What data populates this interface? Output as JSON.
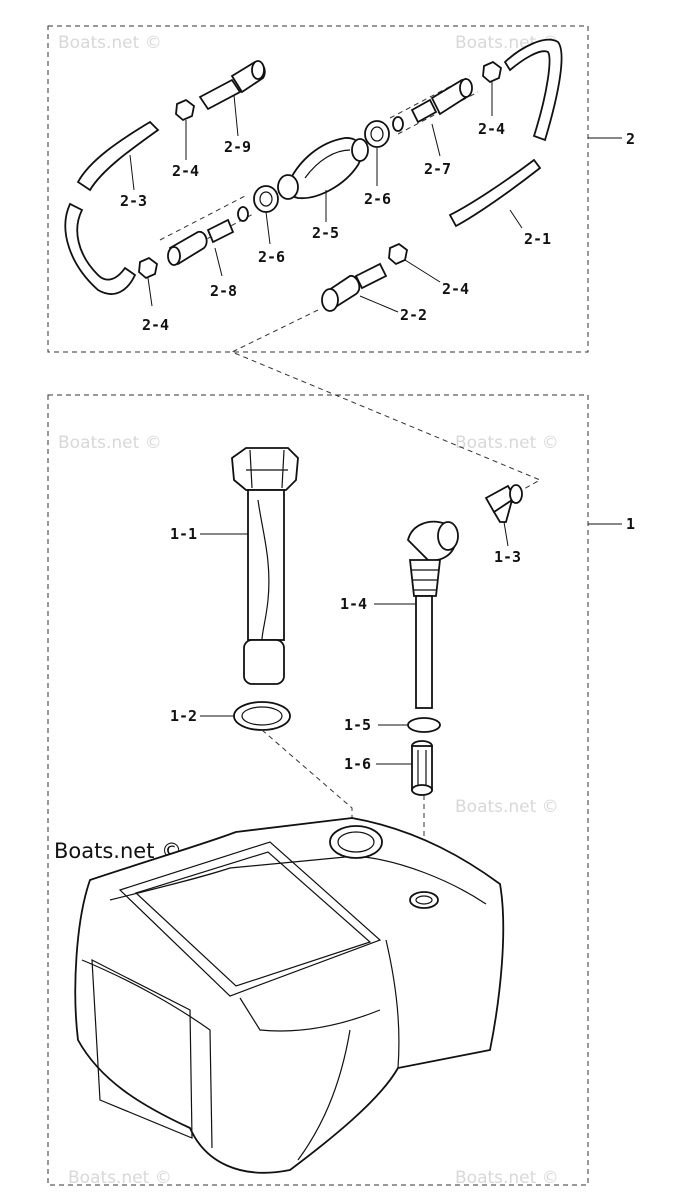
{
  "watermarks": {
    "brand": "Boats.net ©"
  },
  "groups": {
    "group2": "2",
    "group1": "1"
  },
  "labels": {
    "p2_9": "2-9",
    "p2_4_a": "2-4",
    "p2_4_b": "2-4",
    "p2_4_c": "2-4",
    "p2_4_d": "2-4",
    "p2_3": "2-3",
    "p2_5": "2-5",
    "p2_6_a": "2-6",
    "p2_6_b": "2-6",
    "p2_7": "2-7",
    "p2_8": "2-8",
    "p2_1": "2-1",
    "p2_2": "2-2",
    "p1_1": "1-1",
    "p1_2": "1-2",
    "p1_3": "1-3",
    "p1_4": "1-4",
    "p1_5": "1-5",
    "p1_6": "1-6"
  }
}
